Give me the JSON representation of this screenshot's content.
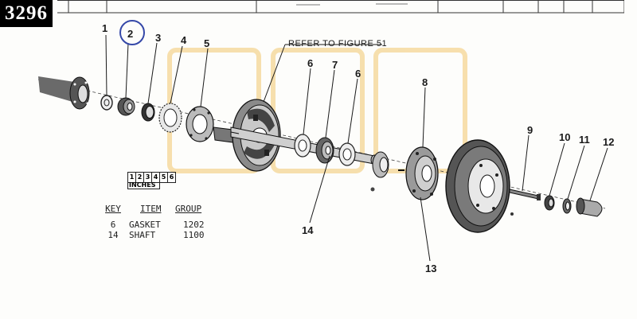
{
  "corner_tag": "3296",
  "figure": {
    "callouts": [
      "1",
      "2",
      "3",
      "4",
      "5",
      "6",
      "7",
      "6",
      "8",
      "9",
      "10",
      "11",
      "12",
      "14",
      "13"
    ],
    "refer_text": "REFER TO FIGURE 51"
  },
  "scale": {
    "marks": [
      "1",
      "2",
      "3",
      "4",
      "5",
      "6"
    ],
    "label": "INCHES"
  },
  "key_table": {
    "headers": {
      "key": "KEY",
      "item": "ITEM",
      "group": "GROUP"
    },
    "rows": [
      {
        "key": "6",
        "item": "GASKET",
        "group": "1202"
      },
      {
        "key": "14",
        "item": "SHAFT",
        "group": "1100"
      }
    ]
  },
  "colors": {
    "ink": "#1a1a1a",
    "highlight_circle": "#3548a8",
    "watermark": "#f3cc7a",
    "tag_bg": "#000000"
  }
}
